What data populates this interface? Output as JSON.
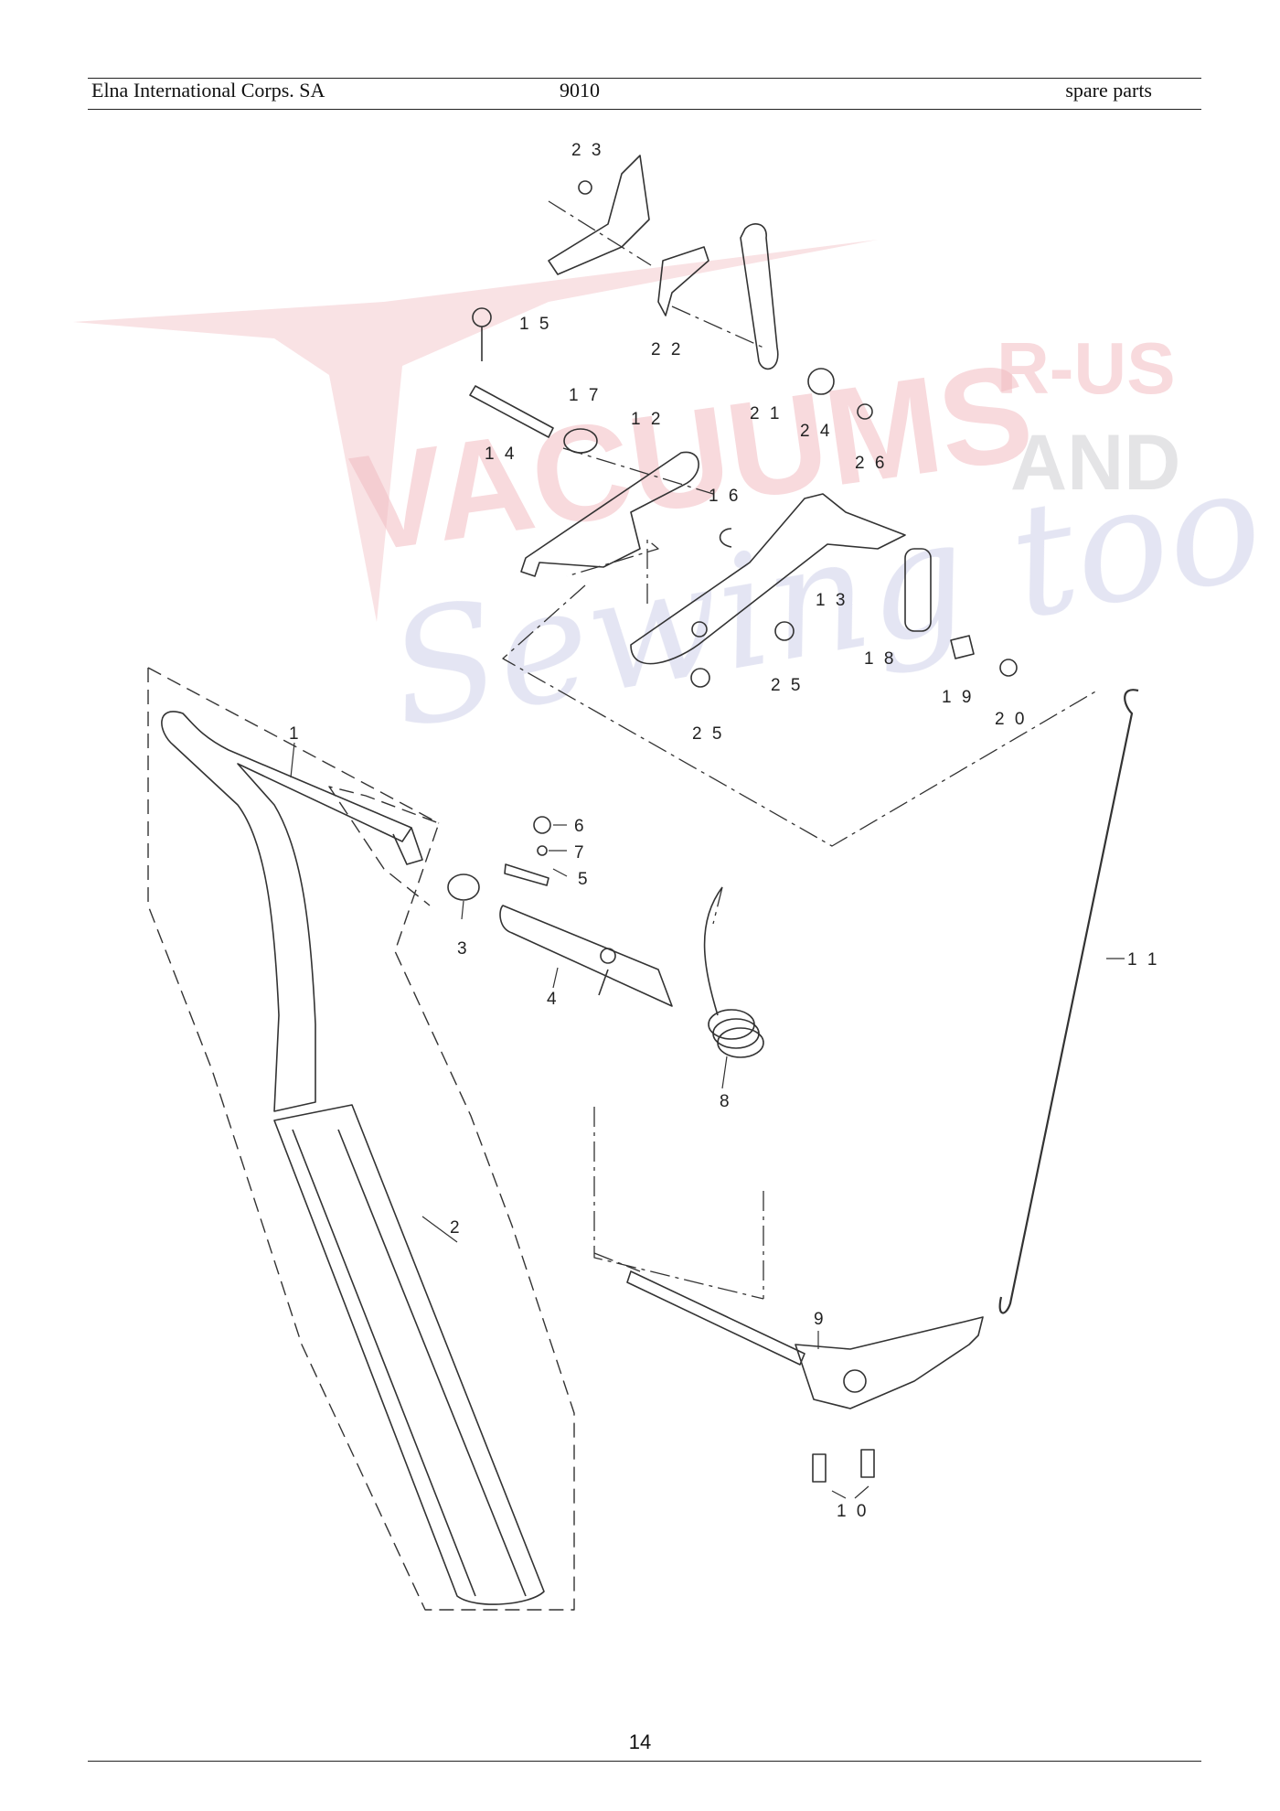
{
  "header": {
    "left": "Elna International Corps. SA",
    "center": "9010",
    "right": "spare parts"
  },
  "watermark": {
    "main": "VACUUMS",
    "sub1": "R-US",
    "sub2": "AND",
    "script": "Sewing too",
    "colors": {
      "red": "#d94a5a",
      "gray": "#9a9aa2",
      "blue": "#8a92c8"
    }
  },
  "parts": {
    "p1": "1",
    "p2": "2",
    "p3": "3",
    "p4": "4",
    "p5": "5",
    "p6": "6",
    "p7": "7",
    "p8": "8",
    "p9": "9",
    "p10": "1 0",
    "p11": "1 1",
    "p12": "1 2",
    "p13": "1 3",
    "p14": "1 4",
    "p15": "1 5",
    "p16": "1 6",
    "p17": "1 7",
    "p18": "1 8",
    "p19": "1 9",
    "p20": "2 0",
    "p21": "2 1",
    "p22": "2 2",
    "p23": "2 3",
    "p24": "2 4",
    "p25a": "2 5",
    "p25b": "2 5",
    "p26": "2 6"
  },
  "footer": {
    "page_number": "14"
  }
}
